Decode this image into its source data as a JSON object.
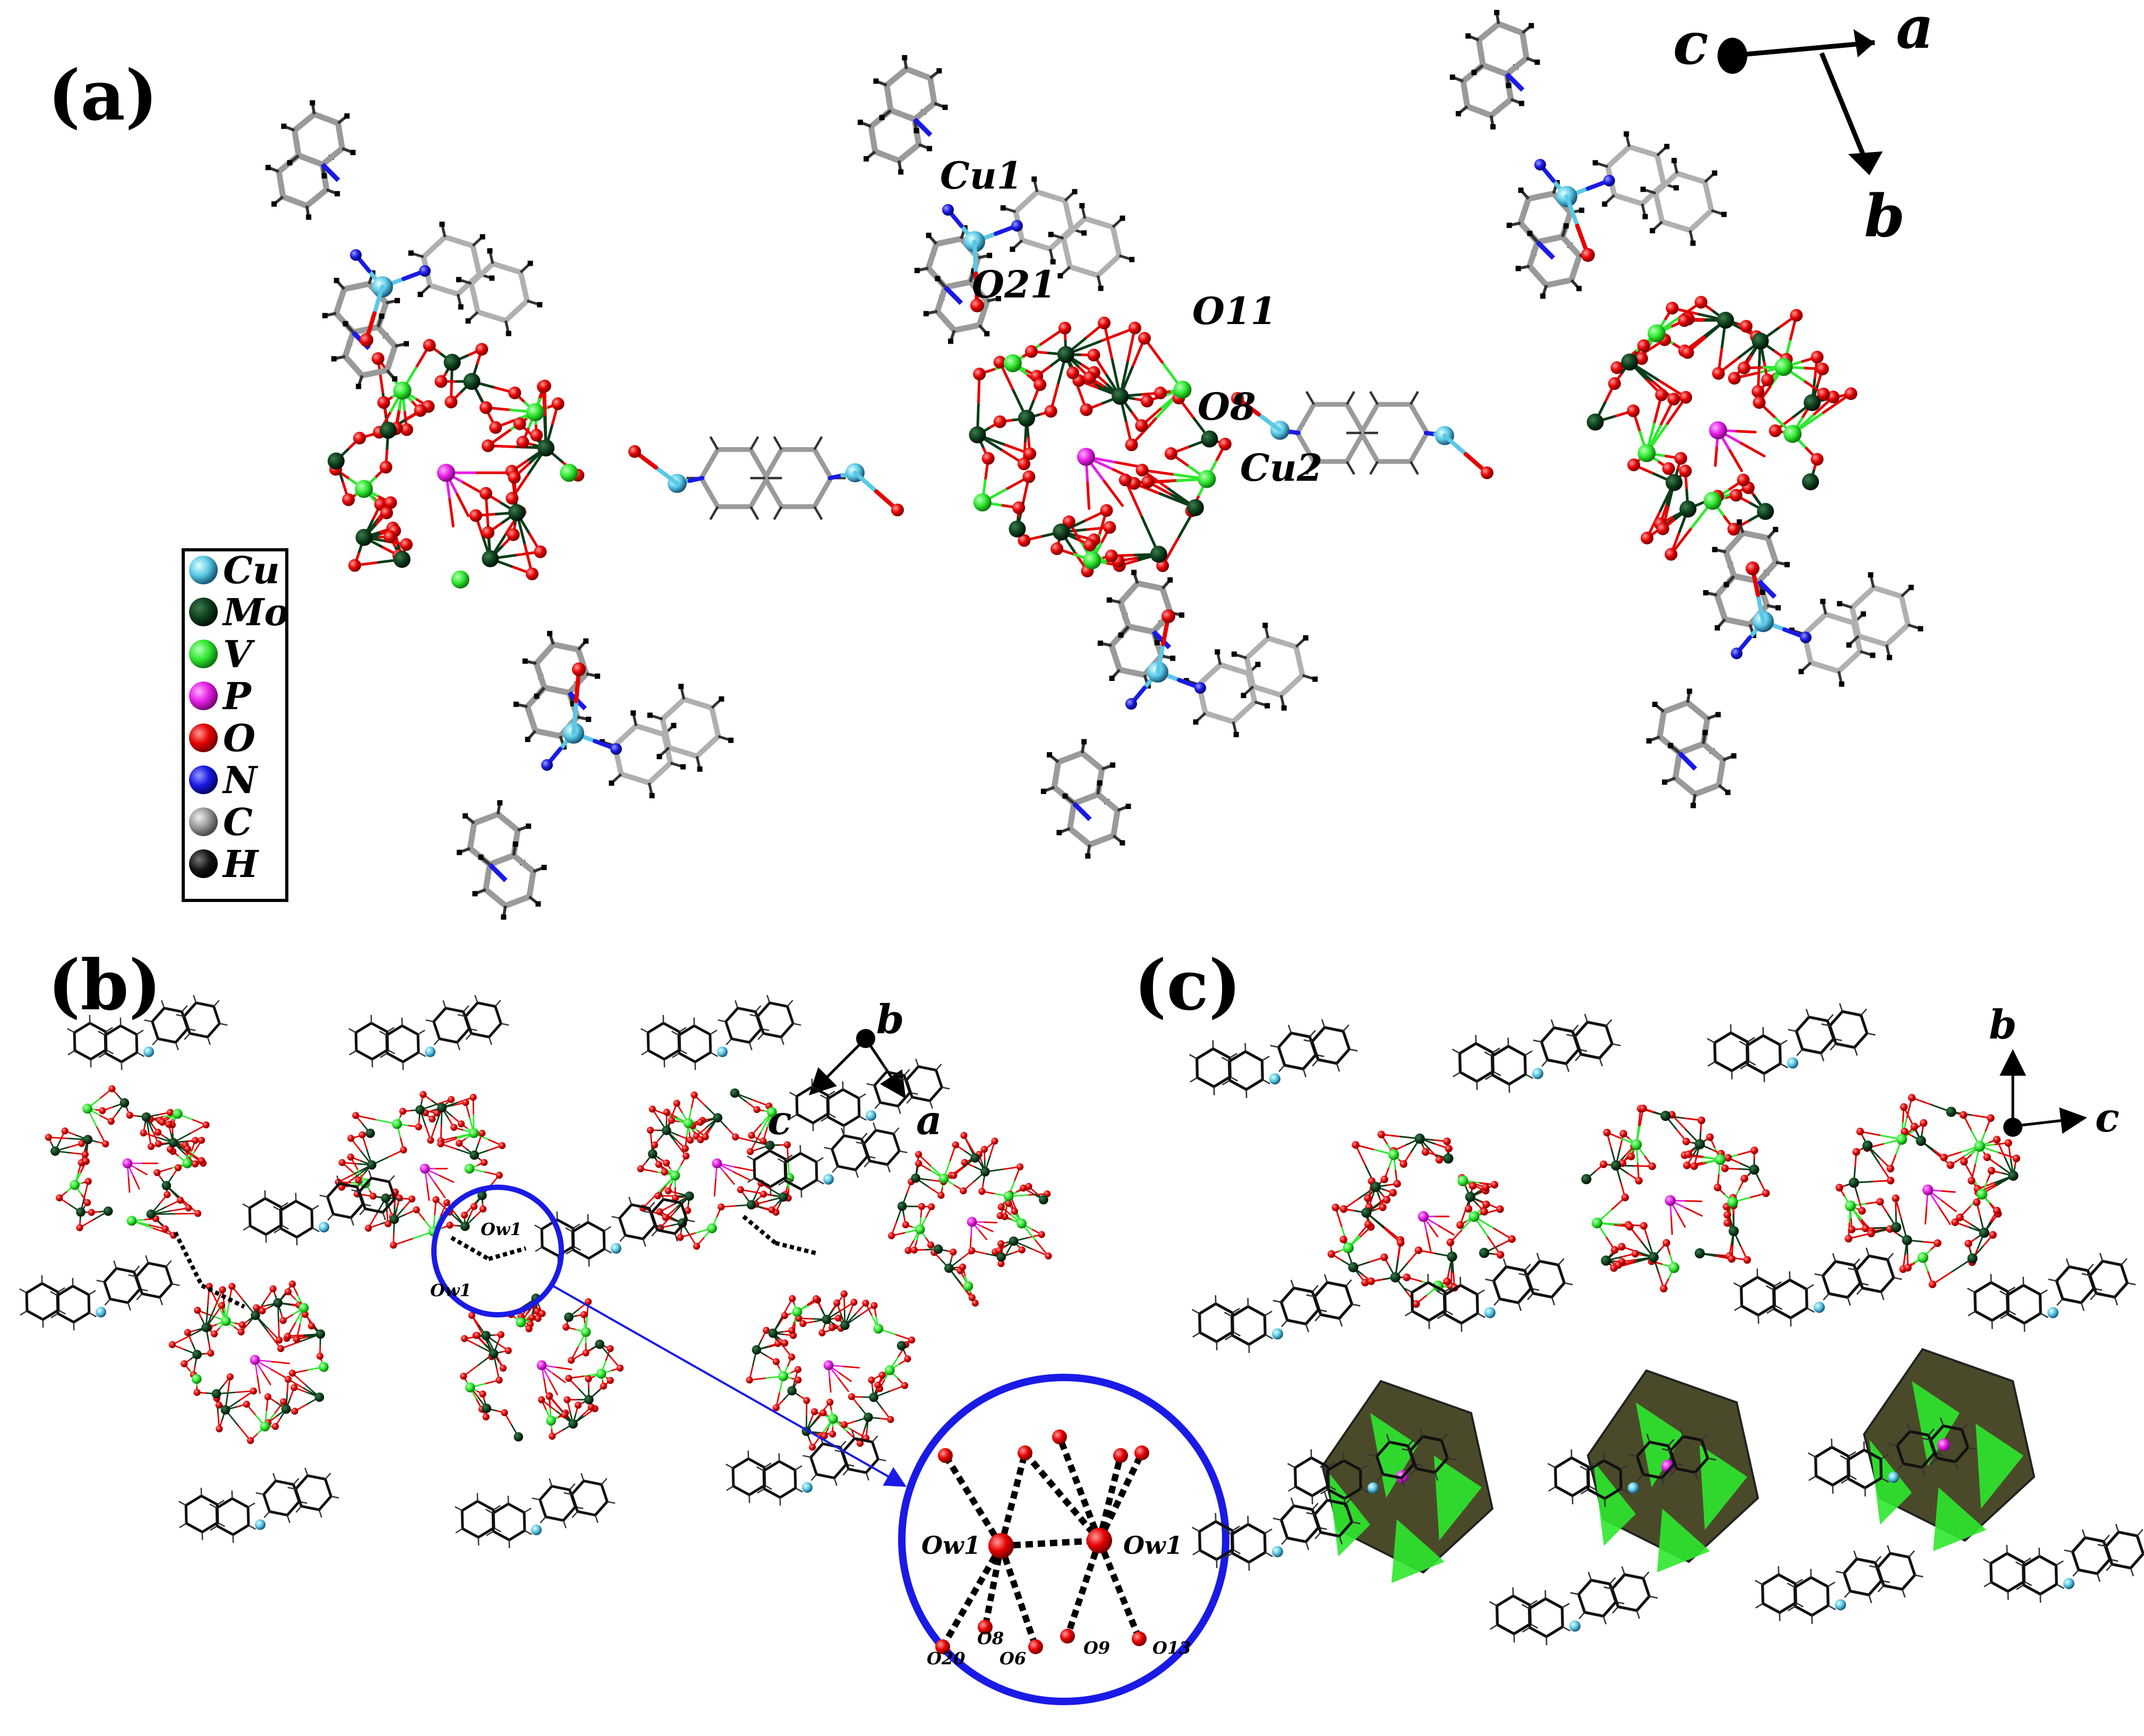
{
  "panels": {
    "a": {
      "label": "(a)"
    },
    "b": {
      "label": "(b)"
    },
    "c": {
      "label": "(c)"
    }
  },
  "axes_a": {
    "c": "c",
    "a": "a",
    "b": "b"
  },
  "axes_b": {
    "b": "b",
    "c": "c",
    "a": "a"
  },
  "axes_c": {
    "b": "b",
    "c": "c"
  },
  "legend": [
    {
      "symbol": "Cu",
      "color": "#5ac8e6"
    },
    {
      "symbol": "Mo",
      "color": "#0b3d1a"
    },
    {
      "symbol": "V",
      "color": "#2ee82e"
    },
    {
      "symbol": "P",
      "color": "#e61ee6"
    },
    {
      "symbol": "O",
      "color": "#e60000"
    },
    {
      "symbol": "N",
      "color": "#1a1ae6"
    },
    {
      "symbol": "C",
      "color": "#9a9a9a"
    },
    {
      "symbol": "H",
      "color": "#000000"
    }
  ],
  "atom_labels_a": {
    "cu1": "Cu1",
    "o21": "O21",
    "o11": "O11",
    "o8": "O8",
    "cu2": "Cu2"
  },
  "atom_labels_b": {
    "ow1_top": "Ow1",
    "ow1_bottom": "Ow1"
  },
  "inset_labels": {
    "ow1_left": "Ow1",
    "ow1_right": "Ow1",
    "o20": "O20",
    "o8": "O8",
    "o6": "O6",
    "o9": "O9",
    "o13": "O13"
  },
  "colors": {
    "oxygen": "#e60000",
    "molybdenum": "#0b3d1a",
    "vanadium": "#2ee82e",
    "phosphorus": "#e61ee6",
    "copper": "#5ac8e6",
    "nitrogen": "#1a1ae6",
    "carbon": "#9a9a9a",
    "hbond": "#000000",
    "inset_circle": "#1a1ae6",
    "polyhedra_mo": "#4a4a2a",
    "polyhedra_v": "#2ee82e"
  }
}
